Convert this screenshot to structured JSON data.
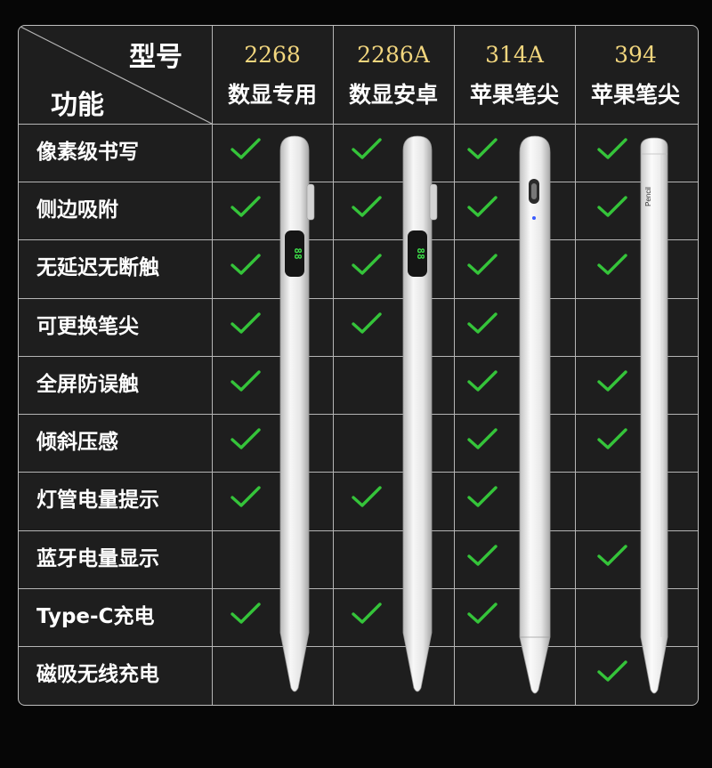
{
  "header": {
    "corner_model": "型号",
    "corner_function": "功能",
    "models": [
      {
        "code": "2268",
        "desc": "数显专用"
      },
      {
        "code": "2286A",
        "desc": "数显安卓"
      },
      {
        "code": "314A",
        "desc": "苹果笔尖"
      },
      {
        "code": "394",
        "desc": "苹果笔尖"
      }
    ]
  },
  "features": [
    {
      "label": "像素级书写",
      "supported": [
        true,
        true,
        true,
        true
      ]
    },
    {
      "label": "侧边吸附",
      "supported": [
        true,
        true,
        true,
        true
      ]
    },
    {
      "label": "无延迟无断触",
      "supported": [
        true,
        true,
        true,
        true
      ]
    },
    {
      "label": "可更换笔尖",
      "supported": [
        true,
        true,
        true,
        false
      ]
    },
    {
      "label": "全屏防误触",
      "supported": [
        true,
        false,
        true,
        true
      ]
    },
    {
      "label": "倾斜压感",
      "supported": [
        true,
        false,
        true,
        true
      ]
    },
    {
      "label": "灯管电量提示",
      "supported": [
        true,
        true,
        true,
        false
      ]
    },
    {
      "label": "蓝牙电量显示",
      "supported": [
        false,
        false,
        true,
        true
      ]
    },
    {
      "label": "Type-C充电",
      "supported": [
        true,
        true,
        true,
        false
      ]
    },
    {
      "label": "磁吸无线充电",
      "supported": [
        false,
        false,
        false,
        true
      ]
    }
  ],
  "pens": [
    {
      "model": "2268",
      "style": "digital-display",
      "display_text": "88"
    },
    {
      "model": "2286A",
      "style": "digital-display",
      "display_text": "88"
    },
    {
      "model": "314A",
      "style": "usb-c"
    },
    {
      "model": "394",
      "style": "flat-side",
      "engraving": "Pencil"
    }
  ],
  "colors": {
    "background": "#060606",
    "table": "#1e1e1e",
    "grid_line": "#b5b5b5",
    "model_code": "#f2d67e",
    "check": "#35c43a",
    "pen_body": "#ececec",
    "display_digits": "#3ee04a"
  }
}
